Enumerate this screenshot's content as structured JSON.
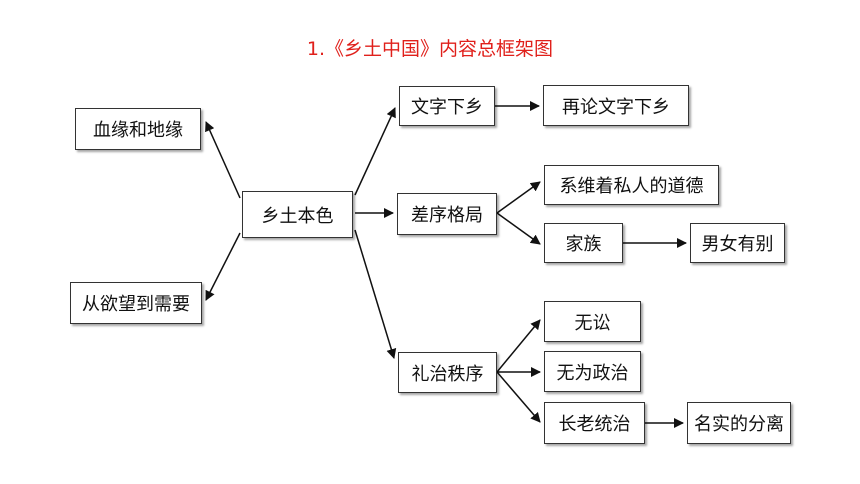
{
  "title": "1.《乡土中国》内容总框架图",
  "nodes": {
    "center": "乡土本色",
    "blood_land": "血缘和地缘",
    "desire_need": "从欲望到需要",
    "writing": "文字下乡",
    "rewriting": "再论文字下乡",
    "pattern": "差序格局",
    "morality": "系维着私人的道德",
    "family": "家族",
    "gender": "男女有别",
    "rite_order": "礼治秩序",
    "no_litigation": "无讼",
    "inaction_politics": "无为政治",
    "elder_rule": "长老统治",
    "name_reality": "名实的分离"
  },
  "colors": {
    "title": "#e0201b",
    "border": "#333333",
    "arrow": "#111111"
  }
}
